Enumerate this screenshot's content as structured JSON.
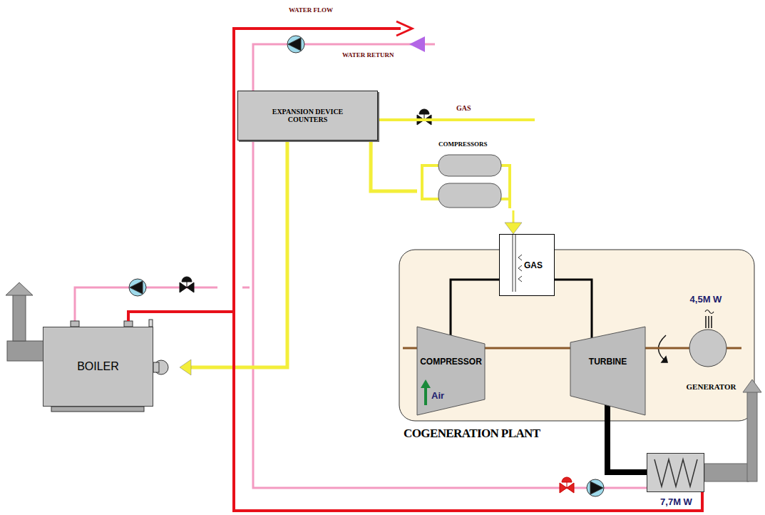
{
  "diagram": {
    "nodes": [
      {
        "text": [
          "BOILER"
        ]
      },
      {
        "text": [
          "EXPANSION DEVICE COUNTERS"
        ]
      },
      {
        "text": [
          "COMPRESSORS"
        ]
      },
      {
        "text": [
          "COGENERATION PLANT"
        ]
      },
      {
        "text": [
          "GAS"
        ],
        "in": 3
      },
      {
        "text": [
          "COMPRESSOR",
          "Air"
        ],
        "in": 3
      },
      {
        "text": [
          "TURBINE"
        ],
        "in": 3
      },
      {
        "text": [
          "4,5M W",
          "GENERATOR"
        ],
        "in": 3
      },
      {
        "text": [
          "7,7M W"
        ]
      }
    ],
    "edges": [
      {
        "from": 1,
        "to": 2,
        "arrow": "none"
      },
      {
        "from": 2,
        "to": 4,
        "arrow": "to"
      },
      {
        "from": 1,
        "to": 0,
        "arrow": "to"
      },
      {
        "from": 5,
        "to": 4,
        "arrow": "none"
      },
      {
        "from": 4,
        "to": 6,
        "arrow": "none"
      },
      {
        "from": 5,
        "to": 6,
        "arrow": "none"
      },
      {
        "from": 6,
        "to": 7,
        "arrow": "none"
      },
      {
        "from": 6,
        "to": 8,
        "arrow": "none"
      },
      {
        "from": 8,
        "to": 0,
        "arrow": "none"
      }
    ],
    "labels": [
      "WATER FLOW",
      "WATER RETURN",
      "GAS"
    ]
  }
}
